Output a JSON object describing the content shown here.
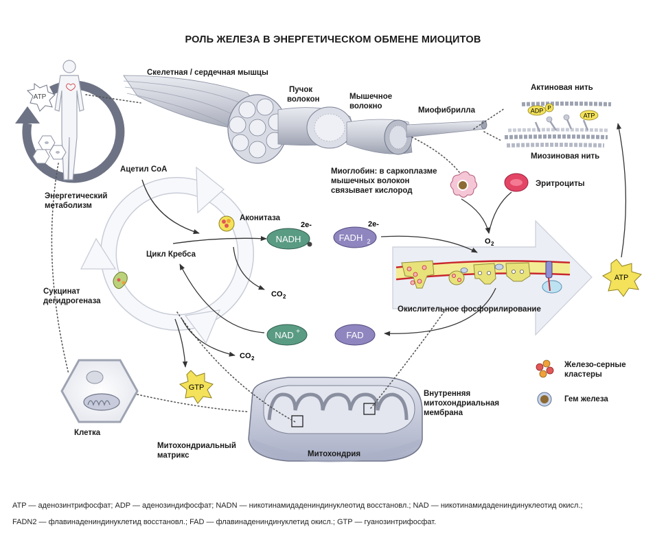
{
  "title": "РОЛЬ ЖЕЛЕЗА В ЭНЕРГЕТИЧЕСКОМ ОБМЕНЕ МИОЦИТОВ",
  "labels": {
    "skeletal": "Скелетная / сердечная мышцы",
    "bundle1": "Пучок",
    "bundle2": "волокон",
    "fiber1": "Мышечное",
    "fiber2": "волокно",
    "myofibril": "Миофибрилла",
    "actin": "Актиновая нить",
    "myosin": "Миозиновая нить",
    "energy1": "Энергетический",
    "energy2": "метаболизм",
    "acetyl": "Ацетил CoA",
    "aconitase": "Аконитаза",
    "krebs": "Цикл Кребса",
    "succinate1": "Сукцинат",
    "succinate2": "дегидрогеназа",
    "myoglobin1": "Миоглобин: в саркоплазме",
    "myoglobin2": "мышечных волокон",
    "myoglobin3": "связывает кислород",
    "erythrocytes": "Эритроциты",
    "oxphos": "Окислительное фосфорилирование",
    "cell": "Клетка",
    "matrix1": "Митохондриальный",
    "matrix2": "матрикс",
    "mitochondrion": "Митохондрия",
    "inner1": "Внутренняя",
    "inner2": "митохондриальная",
    "inner3": "мембрана",
    "fes1": "Железо-серные",
    "fes2": "кластеры",
    "heme": "Гем железа"
  },
  "molecules": {
    "atp": "ATP",
    "adp": "ADP",
    "p": "P",
    "nadh": "NADH",
    "nad": "NAD",
    "nad_sup": "+",
    "fadh": "FADH",
    "fadh_sub": "2",
    "fad": "FAD",
    "gtp": "GTP",
    "e2": "2e-",
    "co2": "CO",
    "co2_sub": "2",
    "o2": "O",
    "o2_sub": "2"
  },
  "footnote": {
    "line1": "ATP — аденозинтрифосфат; ADP — аденозиндифосфат;  NADN — никотинамидадениндинуклеотид восстановл.;  NAD — никотинамидадениндинуклеотид окисл.;",
    "line2": "FADN2 — флавинадениндинуклетид восстановл.; FAD — флавинадениндинуклетид окисл.; GTP — гуанозинтрифосфат."
  },
  "colors": {
    "nadh_fill": "#5a9b84",
    "fad_fill": "#8f86bf",
    "atp_fill": "#f3e25a",
    "arrow_fill": "#ecedf4",
    "mito_fill": "#c7cbdb",
    "membrane_yellow": "#f4ec95",
    "membrane_red": "#c8272d"
  }
}
